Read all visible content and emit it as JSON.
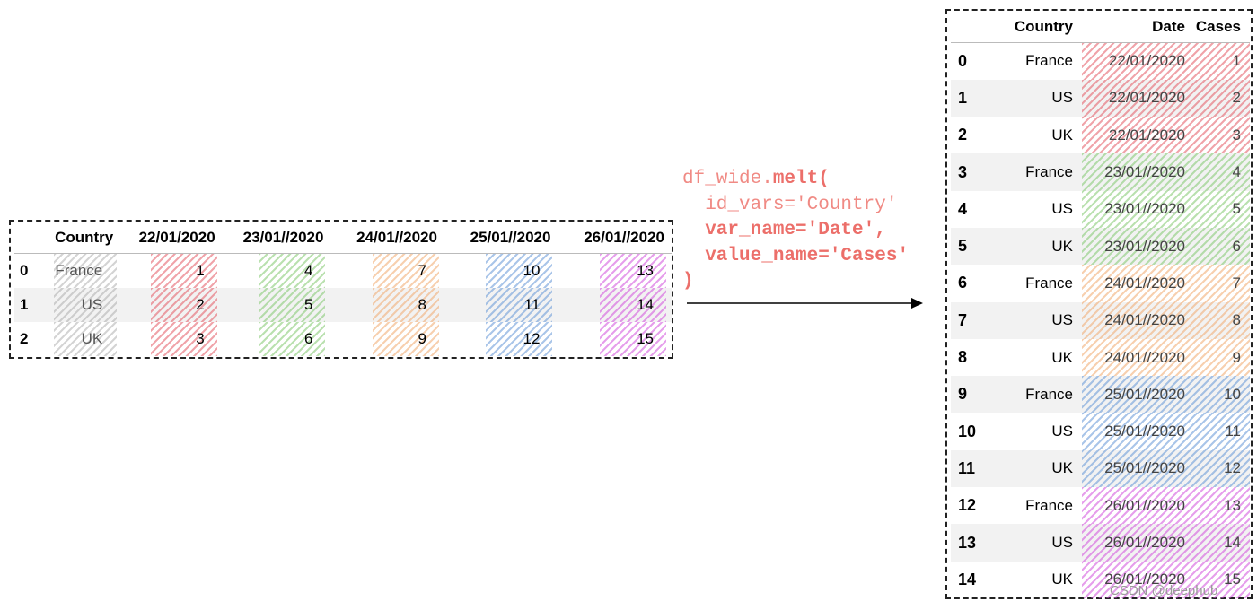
{
  "wide": {
    "columns": [
      "Country",
      "22/01/2020",
      "23/01//2020",
      "24/01//2020",
      "25/01//2020",
      "26/01//2020"
    ],
    "rows": [
      {
        "index": "0",
        "country": "France",
        "values": [
          "1",
          "4",
          "7",
          "10",
          "13"
        ]
      },
      {
        "index": "1",
        "country": "US",
        "values": [
          "2",
          "5",
          "8",
          "11",
          "14"
        ]
      },
      {
        "index": "2",
        "country": "UK",
        "values": [
          "3",
          "6",
          "9",
          "12",
          "15"
        ]
      }
    ]
  },
  "code": {
    "line1_prefix": "df_wide.",
    "line1_bold": "melt(",
    "line2": "  id_vars='Country'",
    "line3": "  var_name='Date',",
    "line4": "  value_name='Cases'",
    "line5": ")"
  },
  "long": {
    "columns": [
      "Country",
      "Date",
      "Cases"
    ],
    "rows": [
      {
        "index": "0",
        "country": "France",
        "date": "22/01/2020",
        "cases": "1"
      },
      {
        "index": "1",
        "country": "US",
        "date": "22/01/2020",
        "cases": "2"
      },
      {
        "index": "2",
        "country": "UK",
        "date": "22/01/2020",
        "cases": "3"
      },
      {
        "index": "3",
        "country": "France",
        "date": "23/01//2020",
        "cases": "4"
      },
      {
        "index": "4",
        "country": "US",
        "date": "23/01//2020",
        "cases": "5"
      },
      {
        "index": "5",
        "country": "UK",
        "date": "23/01//2020",
        "cases": "6"
      },
      {
        "index": "6",
        "country": "France",
        "date": "24/01//2020",
        "cases": "7"
      },
      {
        "index": "7",
        "country": "US",
        "date": "24/01//2020",
        "cases": "8"
      },
      {
        "index": "8",
        "country": "UK",
        "date": "24/01//2020",
        "cases": "9"
      },
      {
        "index": "9",
        "country": "France",
        "date": "25/01//2020",
        "cases": "10"
      },
      {
        "index": "10",
        "country": "US",
        "date": "25/01//2020",
        "cases": "11"
      },
      {
        "index": "11",
        "country": "UK",
        "date": "25/01//2020",
        "cases": "12"
      },
      {
        "index": "12",
        "country": "France",
        "date": "26/01//2020",
        "cases": "13"
      },
      {
        "index": "13",
        "country": "US",
        "date": "26/01//2020",
        "cases": "14"
      },
      {
        "index": "14",
        "country": "UK",
        "date": "26/01//2020",
        "cases": "15"
      }
    ]
  },
  "watermark": "CSDN @deephub",
  "colors": {
    "code": "#f08a84",
    "gray": "#a0a0a0",
    "red": "#e45a64",
    "green": "#82c86e",
    "orange": "#f0aa6e",
    "blue": "#6496d7",
    "purple": "#d250dc"
  }
}
